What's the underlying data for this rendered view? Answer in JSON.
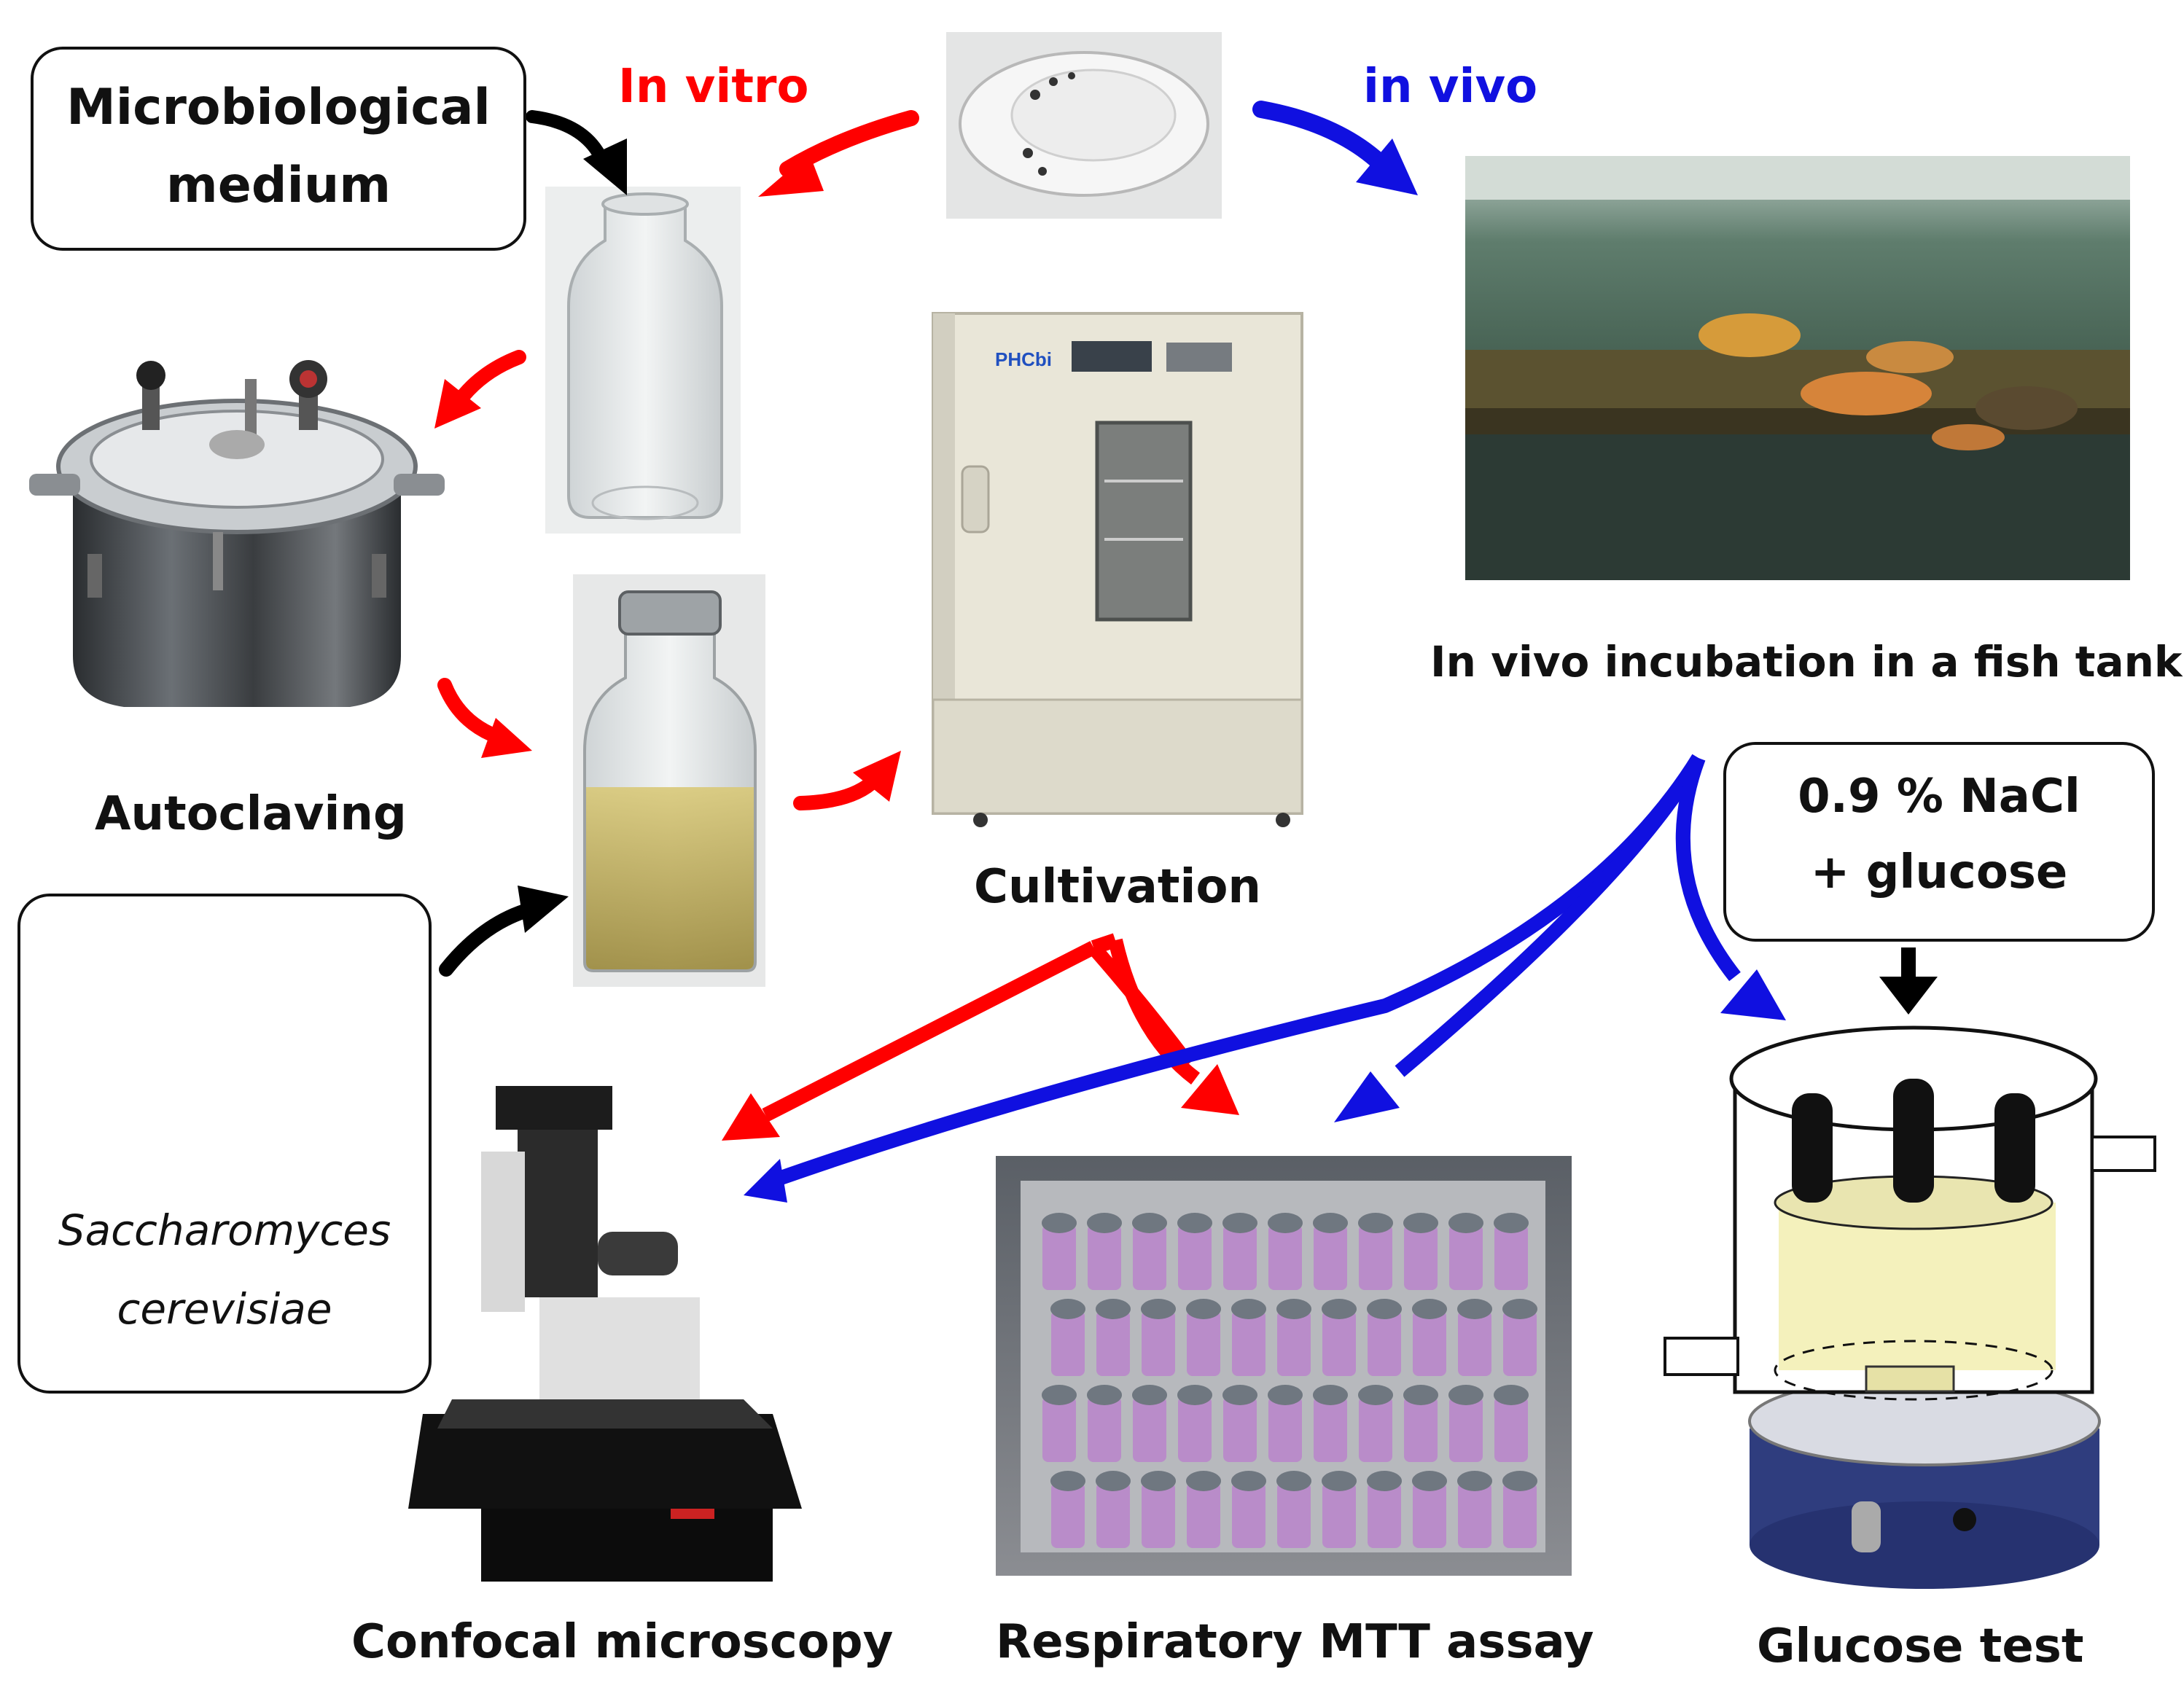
{
  "title_in_vitro": "In vitro",
  "title_in_vivo": "in vivo",
  "box_medium": {
    "line1": "Microbiological",
    "line2": "medium"
  },
  "box_yeast": {
    "line1": "Saccharomyces",
    "line2": "cerevisiae"
  },
  "box_nacl": {
    "line1": "0.9 % NaCl",
    "line2": "+ glucose"
  },
  "labels": {
    "autoclaving": "Autoclaving",
    "cultivation": "Cultivation",
    "fish_tank": "In vivo incubation in a fish tank",
    "confocal": "Confocal microscopy",
    "mtt": "Respiratory MTT assay",
    "glucose": "Glucose test"
  },
  "incubator_brand": "PHCbi",
  "colors": {
    "in_vitro": "#ff0000",
    "in_vivo": "#1010e0",
    "neutral": "#000000"
  }
}
